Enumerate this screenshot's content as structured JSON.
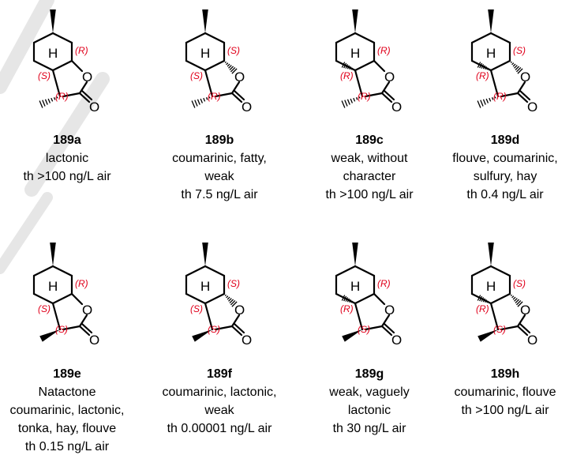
{
  "compounds": [
    {
      "id": "189a",
      "lines": [
        "lactonic",
        "th >100 ng/L air"
      ],
      "stereo": {
        "c1": "(R)",
        "c2": "(S)",
        "c3": "(R)"
      },
      "variant": "A"
    },
    {
      "id": "189b",
      "lines": [
        "coumarinic, fatty,",
        "weak",
        "th 7.5 ng/L air"
      ],
      "stereo": {
        "c1": "(S)",
        "c2": "(S)",
        "c3": "(R)"
      },
      "variant": "B"
    },
    {
      "id": "189c",
      "lines": [
        "weak, without",
        "character",
        "th >100 ng/L air"
      ],
      "stereo": {
        "c1": "(R)",
        "c2": "(R)",
        "c3": "(R)"
      },
      "variant": "C"
    },
    {
      "id": "189d",
      "lines": [
        "flouve, coumarinic,",
        "sulfury, hay",
        "th 0.4 ng/L air"
      ],
      "stereo": {
        "c1": "(S)",
        "c2": "(R)",
        "c3": "(R)"
      },
      "variant": "D"
    },
    {
      "id": "189e",
      "lines": [
        "Natactone",
        "coumarinic, lactonic,",
        "tonka, hay, flouve",
        "th 0.15 ng/L air"
      ],
      "stereo": {
        "c1": "(R)",
        "c2": "(S)",
        "c3": "(S)"
      },
      "variant": "A"
    },
    {
      "id": "189f",
      "lines": [
        "coumarinic, lactonic,",
        "weak",
        "th 0.00001 ng/L air"
      ],
      "stereo": {
        "c1": "(S)",
        "c2": "(S)",
        "c3": "(S)"
      },
      "variant": "B"
    },
    {
      "id": "189g",
      "lines": [
        "weak, vaguely",
        "lactonic",
        "th 30 ng/L air"
      ],
      "stereo": {
        "c1": "(R)",
        "c2": "(R)",
        "c3": "(S)"
      },
      "variant": "C"
    },
    {
      "id": "189h",
      "lines": [
        "coumarinic, flouve",
        "th >100 ng/L air"
      ],
      "stereo": {
        "c1": "(S)",
        "c2": "(R)",
        "c3": "(S)"
      },
      "variant": "D"
    }
  ],
  "atoms": {
    "H": "H",
    "O": "O"
  },
  "colors": {
    "bond": "#000000",
    "stereo_label": "#e0001b",
    "watermark": "#e6e6e6"
  }
}
